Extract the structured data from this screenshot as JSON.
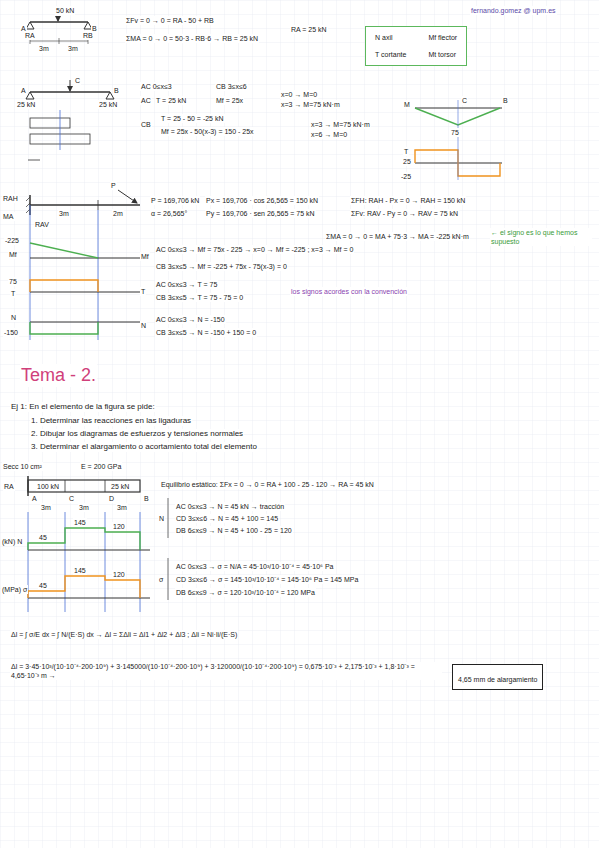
{
  "diagram": {
    "nodes": [
      {
        "text": [
          "N axil",
          "Mf flector",
          "T cortante",
          "Mt torsor"
        ]
      },
      {
        "text": [
          "4,65 mm de alargamiento"
        ]
      }
    ],
    "labels": [
      "fernando.gomez @ upm.es",
      "50 kN",
      "A",
      "B",
      "RA",
      "RB",
      "3m",
      "3m",
      "ΣFv = 0 → 0 = RA - 50 + RB",
      "ΣMA = 0 → 0 = 50·3 - RB·6 → RB = 25 kN",
      "RA = 25 kN",
      "A",
      "C",
      "B",
      "25 kN",
      "25 kN",
      "AC 0≤x≤3",
      "CB 3≤x≤6",
      "AC",
      "T = 25 kN",
      "Mf = 25x",
      "x=0 → M=0",
      "x=3 → M=75 kN·m",
      "CB",
      "T = 25 - 50 = -25 kN",
      "Mf = 25x - 50(x-3) = 150 - 25x",
      "x=3 → M=75 kN·m",
      "x=6 → M=0",
      "M",
      "C",
      "B",
      "75",
      "T",
      "25",
      "-25",
      "MA",
      "RAH",
      "RAV",
      "3m",
      "2m",
      "P",
      "P = 169,706 kN",
      "α = 26,565°",
      "Px = 169,706 · cos 26,565 = 150 kN",
      "Py = 169,706 · sen 26,565 = 75 kN",
      "ΣFH: RAH - Px = 0 → RAH = 150 kN",
      "ΣFv: RAV - Py = 0 → RAV = 75 kN",
      "ΣMA = 0 → 0 = MA + 75·3 → MA = -225 kN·m",
      "← el signo es lo que hemos supuesto",
      "-225",
      "Mf",
      "75",
      "T",
      "N",
      "-150",
      "Mf",
      "AC 0≤x≤3 → Mf = 75x - 225 → x=0 → Mf = -225 ; x=3 → Mf = 0",
      "CB 3≤x≤5 → Mf = -225 + 75x - 75(x-3) = 0",
      "T",
      "AC 0≤x≤3 → T = 75",
      "CB 3≤x≤5 → T = 75 - 75 = 0",
      "los signos acordes con la convención",
      "N",
      "AC 0≤x≤3 → N = -150",
      "CB 3≤x≤5 → N = -150 + 150 = 0",
      "Tema - 2.",
      "Ej 1: En el elemento de la figura se pide:",
      "1. Determinar las reacciones en las ligaduras",
      "2. Dibujar los diagramas de esfuerzos y tensiones normales",
      "3. Determinar el alargamiento o acortamiento total del elemento",
      "Secc 10 cm²",
      "E = 200 GPa",
      "RA",
      "100 kN",
      "25 kN",
      "A",
      "C",
      "D",
      "B",
      "3m",
      "3m",
      "3m",
      "Equilibrio estático: ΣFx = 0 → 0 = RA + 100 - 25 - 120 → RA = 45 kN",
      "N",
      "AC 0≤x≤3 → N = 45 kN → tracción",
      "CD 3≤x≤6 → N = 45 + 100 = 145",
      "DB 6≤x≤9 → N = 45 + 100 - 25 = 120",
      "σ",
      "AC 0≤x≤3 → σ = N/A = 45·10³/10·10⁻⁴ = 45·10⁶ Pa",
      "CD 3≤x≤6 → σ = 145·10³/10·10⁻⁴ = 145·10⁶ Pa = 145 MPa",
      "DB 6≤x≤9 → σ = 120·10³/10·10⁻⁴ = 120 MPa",
      "(kN) N",
      "(MPa) σ",
      "45",
      "145",
      "120",
      "45",
      "145",
      "120",
      "Δl = ∫ σ/E dx = ∫ N/(E·S) dx → Δl = ΣΔli = Δl1 + Δl2 + Δl3 ; Δli = Ni·li/(E·S)",
      "Δl = 3·45·10³/(10·10⁻⁴·200·10⁹) + 3·145000/(10·10⁻⁴·200·10⁹) + 3·120000/(10·10⁻⁴·200·10⁹) = 0,675·10⁻³ + 2,175·10⁻³ + 1,8·10⁻³ = 4,65·10⁻³ m →"
    ]
  }
}
